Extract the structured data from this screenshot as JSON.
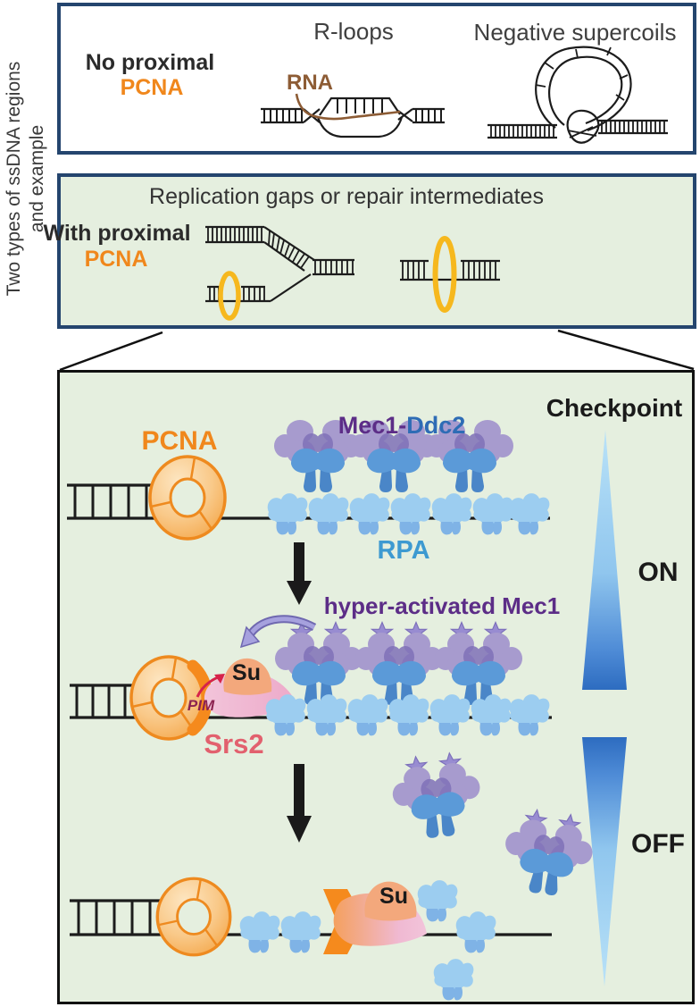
{
  "side_label": {
    "line1": "Two types of ssDNA regions",
    "line2": "and example"
  },
  "panel_no_pcna": {
    "label_line1": "No proximal",
    "label_line2": "PCNA",
    "rloops_title": "R-loops",
    "rna_label": "RNA",
    "supercoils_title": "Negative supercoils"
  },
  "panel_with_pcna": {
    "title": "Replication gaps or repair intermediates",
    "label_line1": "With proximal",
    "label_line2": "PCNA"
  },
  "checkpoint_panel": {
    "title": "Checkpoint",
    "pcna_label": "PCNA",
    "mec1_part": "Mec1-",
    "ddc2_part": "Ddc2",
    "rpa_label": "RPA",
    "hyper_activated_label": "hyper-activated Mec1",
    "su_label_mid": "Su",
    "pim_label": "PIM",
    "srs2_label": "Srs2",
    "su_label_bottom": "Su",
    "on_label": "ON",
    "off_label": "OFF"
  },
  "colors": {
    "panel_green": "#e5efdf",
    "panel_border_navy": "#24456e",
    "panel_border_black": "#111111",
    "pcna_orange": "#ee8a1f",
    "pcna_text_orange": "#f0871c",
    "yellow_ring": "#f6b81e",
    "rna_brown": "#8d5c35",
    "mec1_purple_text": "#5c2d87",
    "ddc2_blue_text": "#2e6cb5",
    "rpa_blue_text": "#3d9ad1",
    "srs2_pink_text": "#e2606e",
    "pim_maroon": "#8c2250",
    "red_arrow": "#d6234a",
    "lavender_arrow": "#a6a1de",
    "complex_purple": "#a79bce",
    "rpa_blob_blue": "#9ccdf0",
    "triangle_light_blue": "#b9e2f8",
    "triangle_dark_blue": "#2d6cc0"
  }
}
